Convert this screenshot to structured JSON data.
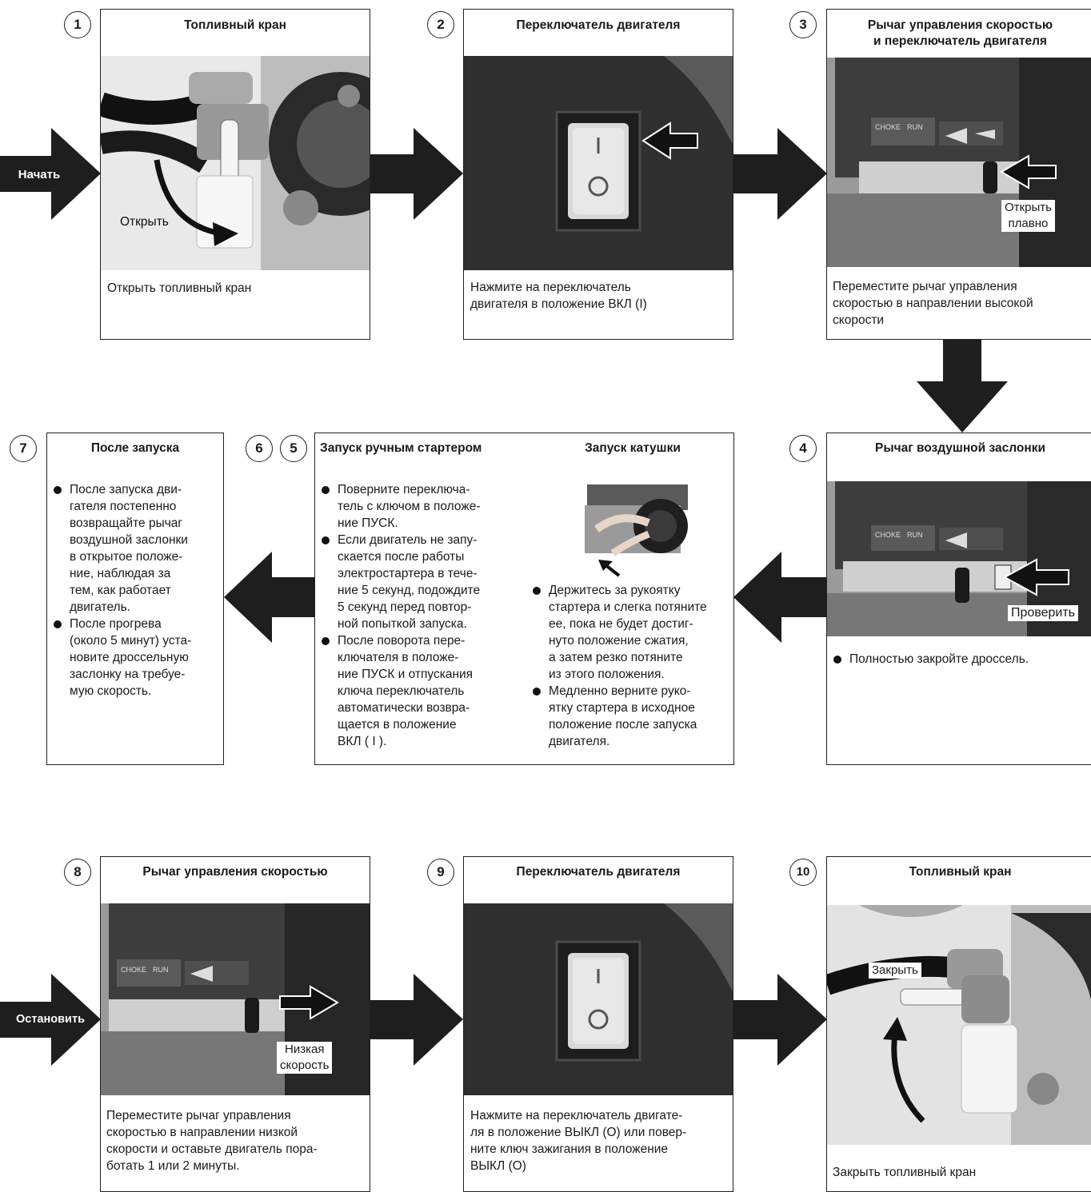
{
  "start_label": "Начать",
  "stop_label": "Остановить",
  "step1": {
    "num": "1",
    "title": "Топливный кран",
    "photo_label": "Открыть",
    "desc": "Открыть топливный кран"
  },
  "step2": {
    "num": "2",
    "title": "Переключатель двигателя",
    "desc_lines": [
      "Нажмите на переключатель",
      "двигателя в положение ВКЛ (I)"
    ]
  },
  "step3": {
    "num": "3",
    "title_lines": [
      "Рычаг управления скоростью",
      "и переключатель двигателя"
    ],
    "tag_lines": [
      "Открыть",
      "плавно"
    ],
    "desc_lines": [
      "Переместите рычаг управления",
      "скоростью в направлении высокой",
      "скорости"
    ]
  },
  "step4": {
    "num": "4",
    "title": "Рычаг воздушной заслонки",
    "tag": "Проверить",
    "bullets": [
      "Полностью закройте дроссель."
    ]
  },
  "step5": {
    "num": "5",
    "title": "Запуск катушки",
    "bullets": [
      [
        "Держитесь за рукоятку",
        "стартера и слегка потяните",
        "ее, пока не будет достиг-",
        "нуто положение сжатия,",
        "а затем резко потяните",
        "из этого положения."
      ],
      [
        "Медленно верните руко-",
        "ятку стартера в исходное",
        "положение после запуска",
        "двигателя."
      ]
    ]
  },
  "step6": {
    "num": "6",
    "title": "Запуск ручным стартером",
    "bullets": [
      [
        "Поверните переключа-",
        "тель с ключом в положе-",
        "ние ПУСК."
      ],
      [
        "Если двигатель не запу-",
        "скается после работы",
        "электростартера в тече-",
        "ние 5 секунд, подождите",
        "5 секунд перед повтор-",
        "ной попыткой запуска."
      ],
      [
        "После поворота пере-",
        "ключателя в положе-",
        "ние ПУСК и отпускания",
        "ключа переключатель",
        "автоматически возвра-",
        "щается в положение",
        "ВКЛ ( I )."
      ]
    ]
  },
  "step7": {
    "num": "7",
    "title": "После запуска",
    "bullets": [
      [
        "После запуска дви-",
        "гателя постепенно",
        "возвращайте рычаг",
        "воздушной заслонки",
        "в открытое положе-",
        "ние, наблюдая за",
        "тем, как работает",
        "двигатель."
      ],
      [
        "После прогрева",
        "(около 5 минут) уста-",
        "новите дроссельную",
        "заслонку на требуе-",
        "мую скорость."
      ]
    ]
  },
  "step8": {
    "num": "8",
    "title": "Рычаг управления скоростью",
    "tag_lines": [
      "Низкая",
      "скорость"
    ],
    "desc_lines": [
      "Переместите рычаг управления",
      "скоростью в направлении низкой",
      "скорости и оставьте двигатель пора-",
      "ботать 1 или 2 минуты."
    ]
  },
  "step9": {
    "num": "9",
    "title": "Переключатель двигателя",
    "desc_lines": [
      "Нажмите на переключатель двигате-",
      "ля в положение ВЫКЛ (О) или повер-",
      "ните ключ зажигания в положение",
      "ВЫКЛ (О)"
    ]
  },
  "step10": {
    "num": "10",
    "title": "Топливный кран",
    "photo_label": "Закрыть",
    "desc": "Закрыть топливный кран"
  },
  "switch_glyphs": {
    "on": "I",
    "off": "O"
  },
  "decal_glyphs": {
    "choke": "CHOKE",
    "run": "RUN"
  }
}
